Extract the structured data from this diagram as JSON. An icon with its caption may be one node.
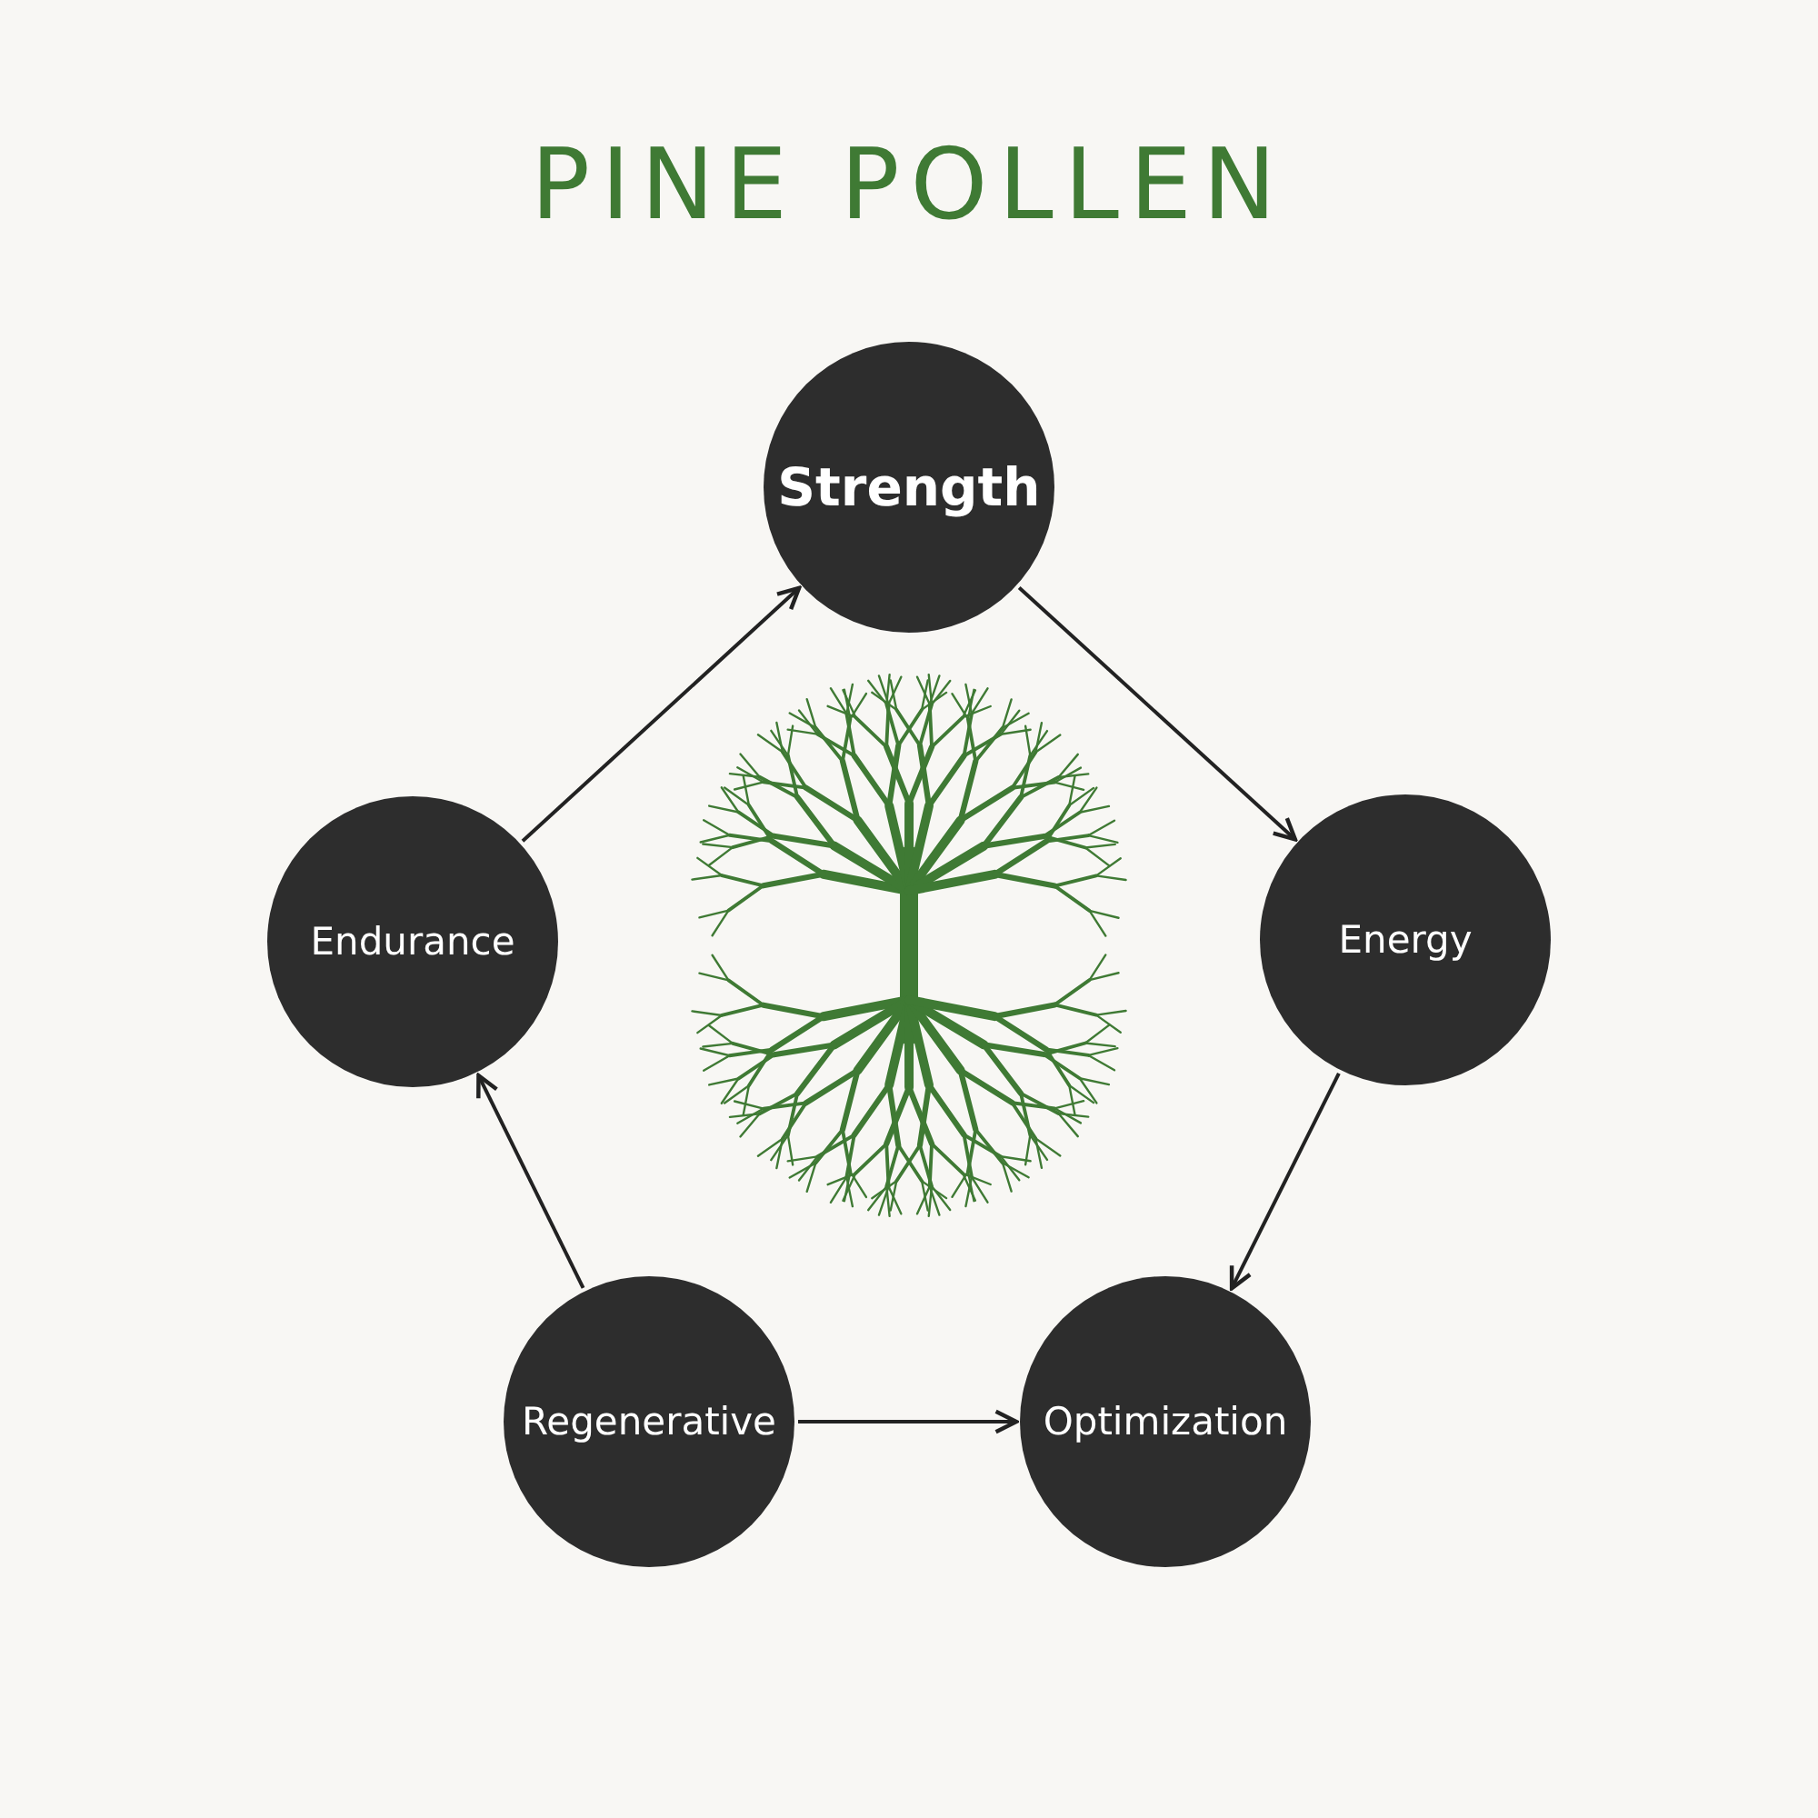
{
  "diagram": {
    "title": "PINE POLLEN",
    "nodes": [
      {
        "text": [
          "Strength"
        ]
      },
      {
        "text": [
          "Energy"
        ]
      },
      {
        "text": [
          "Optimization"
        ]
      },
      {
        "text": [
          "Regenerative"
        ]
      },
      {
        "text": [
          "Endurance"
        ]
      }
    ],
    "edges": [
      {
        "from": 4,
        "to": 0,
        "arrow": "to"
      },
      {
        "from": 0,
        "to": 1,
        "arrow": "to"
      },
      {
        "from": 1,
        "to": 2,
        "arrow": "to"
      },
      {
        "from": 3,
        "to": 2,
        "arrow": "to"
      },
      {
        "from": 3,
        "to": 4,
        "arrow": "to"
      }
    ]
  }
}
